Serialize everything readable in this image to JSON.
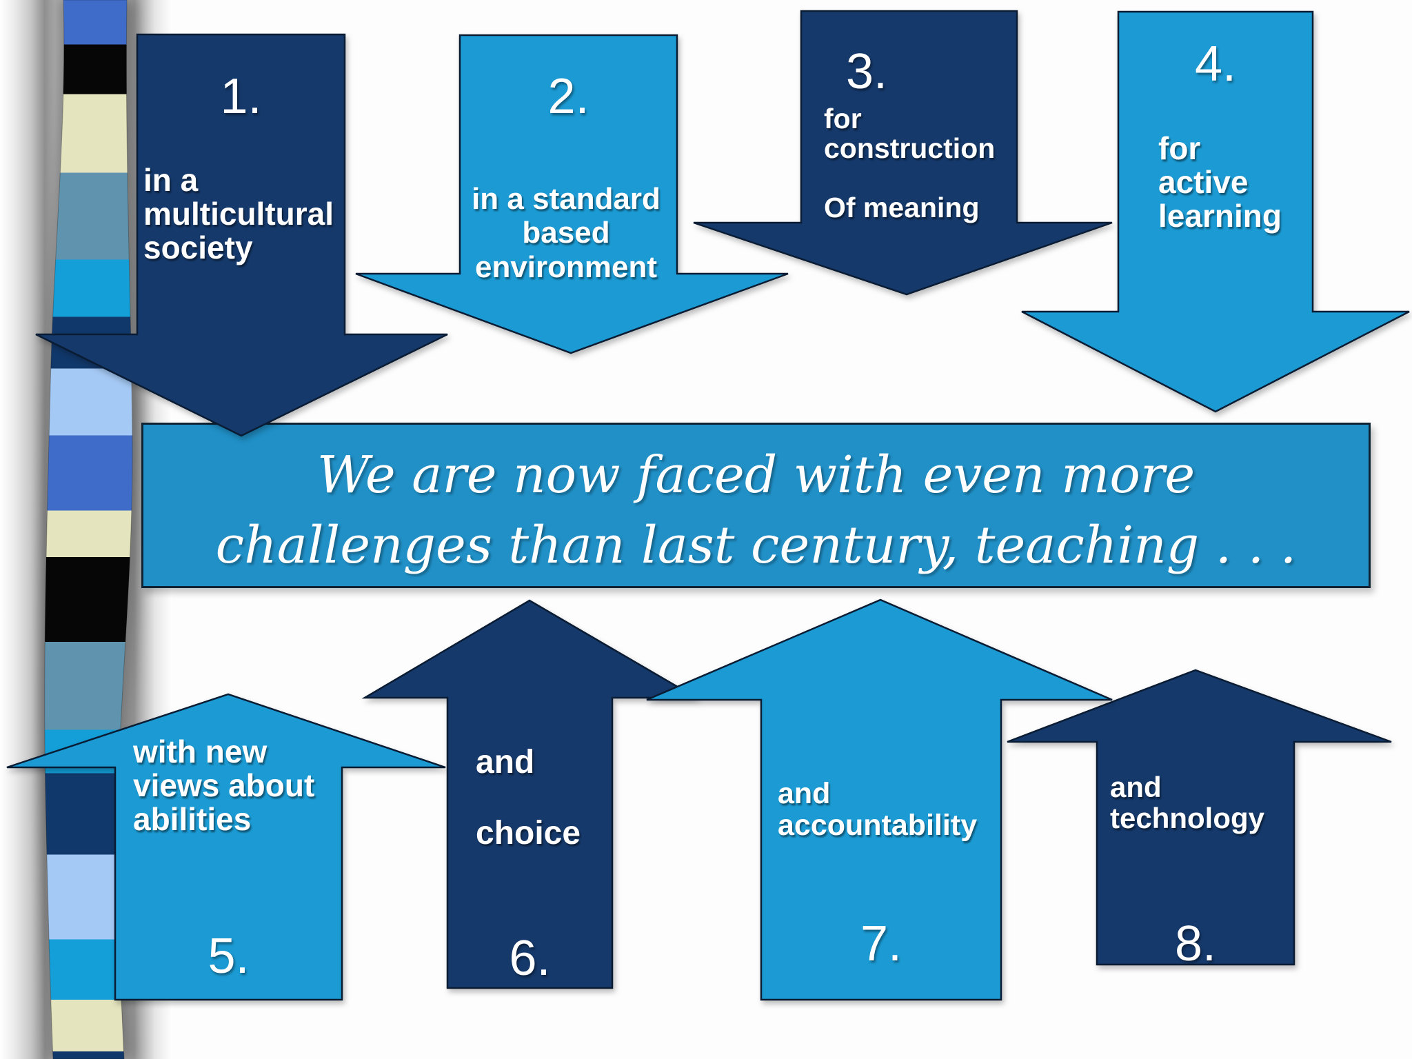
{
  "slide": {
    "banner": {
      "text": "We are now faced with even more\nchallenges than last century, teaching . . ."
    },
    "top_arrows": [
      {
        "number": "1.",
        "label": "in a\nmulticultural\nsociety"
      },
      {
        "number": "2.",
        "label": "in a standard\nbased\nenvironment"
      },
      {
        "number": "3.",
        "label": "for\nconstruction\n\nOf meaning"
      },
      {
        "number": "4.",
        "label": "for\nactive\nlearning"
      }
    ],
    "bottom_arrows": [
      {
        "number": "5.",
        "label": "with new\nviews about\nabilities"
      },
      {
        "number": "6.",
        "label": "and\n\nchoice"
      },
      {
        "number": "7.",
        "label": "and\naccountability"
      },
      {
        "number": "8.",
        "label": "and\ntechnology"
      }
    ],
    "colors": {
      "navy": "#15396B",
      "bright_blue": "#1B9AD3",
      "banner_blue": "#2090C7",
      "outline": "#0A1C33"
    },
    "ribbon_stripes": [
      "#3E6CC8",
      "#060606",
      "#E4E4BE",
      "#5F93AE",
      "#149FD9",
      "#11386B",
      "#A4C9F4"
    ]
  }
}
